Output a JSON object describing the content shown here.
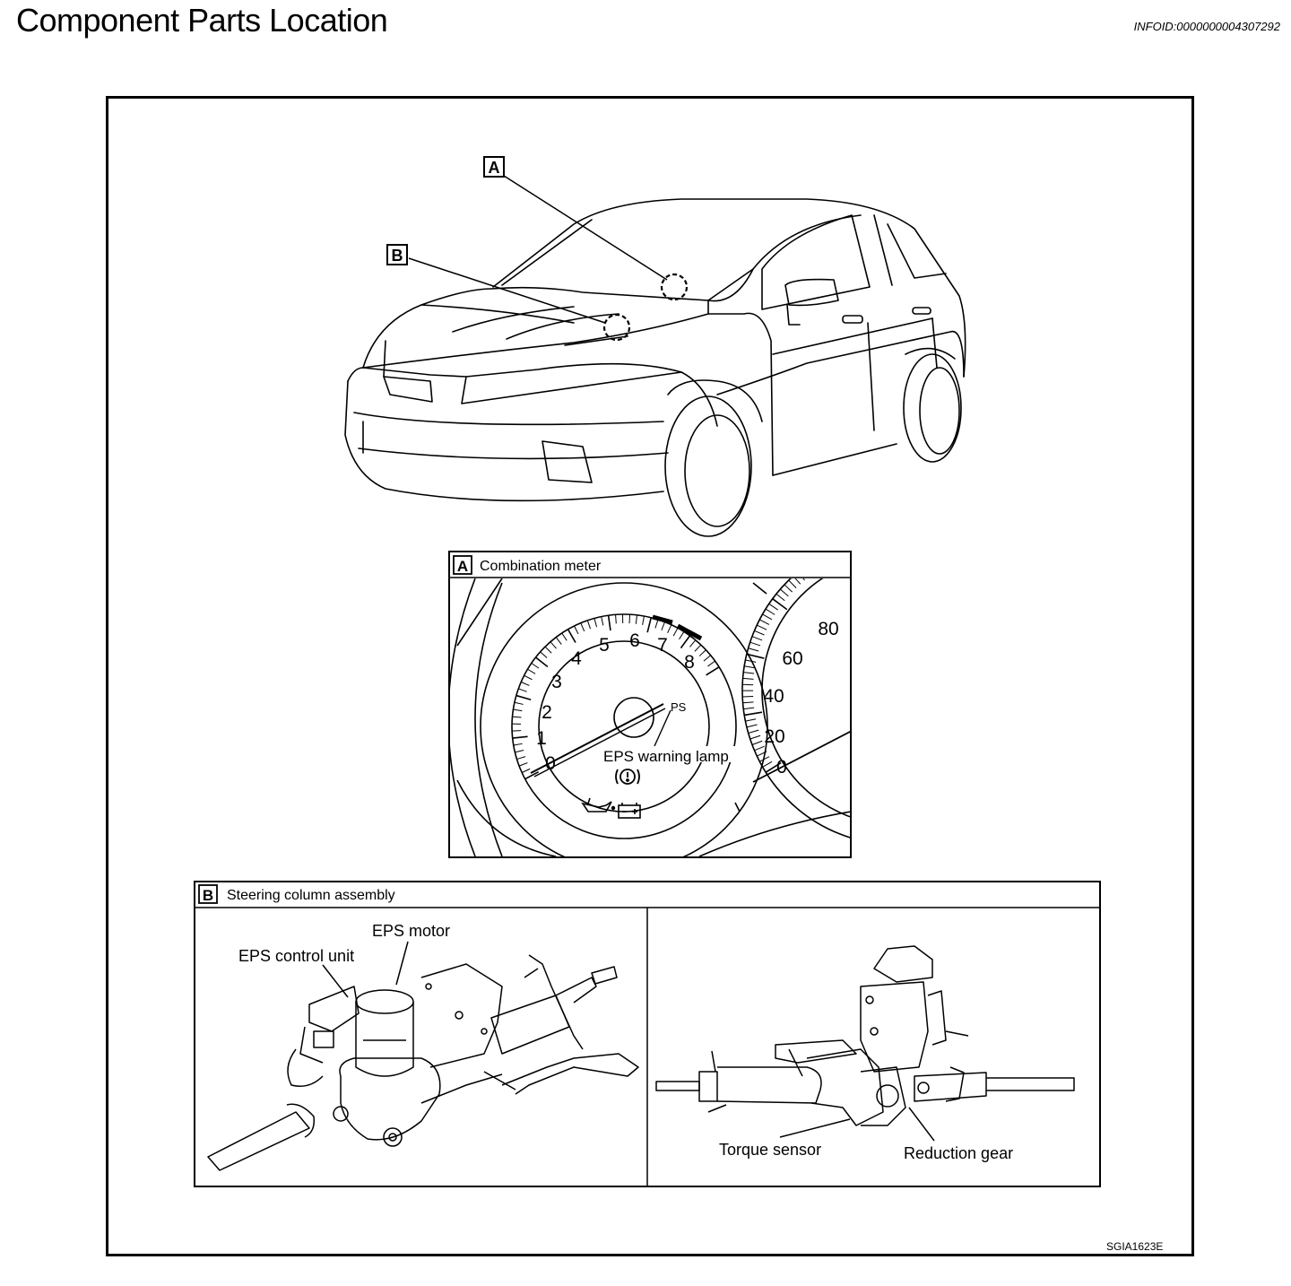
{
  "page": {
    "title": "Component Parts Location",
    "info_id": "INFOID:0000000004307292",
    "figure_code": "SGIA1623E"
  },
  "callouts": {
    "a": "A",
    "b": "B"
  },
  "panel_a": {
    "marker": "A",
    "title": "Combination meter",
    "tach_numbers": [
      "0",
      "1",
      "2",
      "3",
      "4",
      "5",
      "6",
      "7",
      "8"
    ],
    "speedo_numbers": [
      "0",
      "20",
      "40",
      "60",
      "80"
    ],
    "ps_label": "PS",
    "eps_lamp_label": "EPS warning lamp"
  },
  "panel_b": {
    "marker": "B",
    "title": "Steering column assembly",
    "labels": {
      "eps_motor": "EPS motor",
      "eps_control_unit": "EPS control unit",
      "torque_sensor": "Torque sensor",
      "reduction_gear": "Reduction gear"
    }
  },
  "icons": [
    "eps-warning-icon",
    "oil-pressure-icon",
    "battery-icon"
  ]
}
